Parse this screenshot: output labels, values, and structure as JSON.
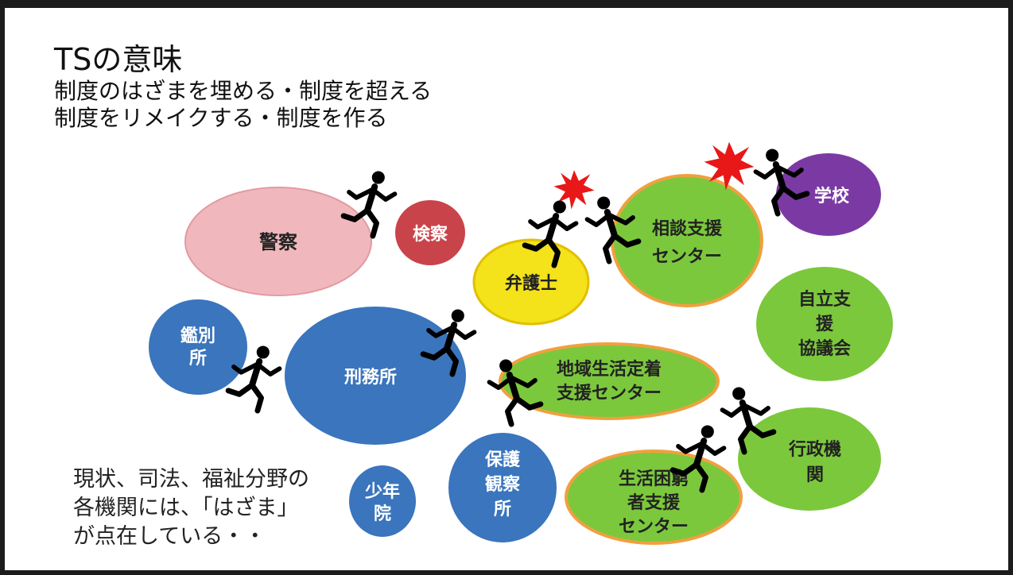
{
  "title": "TSの意味",
  "subtitle_lines": [
    "制度のはざまを埋める・制度を超える",
    "制度をリメイクする・制度を作る"
  ],
  "nodes": {
    "police": "警察",
    "prosecution": "検察",
    "lawyer": "弁護士",
    "consultation_center": [
      "相談支援",
      "センター"
    ],
    "school": "学校",
    "independence_council": [
      "自立支",
      "援",
      "協議会"
    ],
    "classification_home": [
      "鑑別",
      "所"
    ],
    "prison": "刑務所",
    "community_settlement_center": [
      "地域生活定着",
      "支援センター"
    ],
    "administrative_agency": [
      "行政機",
      "関"
    ],
    "probation_office": [
      "保護",
      "観察",
      "所"
    ],
    "juvenile_training_school": [
      "少年",
      "院"
    ],
    "needy_support_center": [
      "生活困窮",
      "者支援",
      "センター"
    ]
  },
  "note_lines": [
    "現状、司法、福祉分野の",
    "各機関には、「はざま」",
    "が点在している・・"
  ],
  "icons": [
    "running-person-icon",
    "burst-icon"
  ],
  "colors": {
    "frame": "#1c1c1c",
    "police": "#f0b8bd",
    "prosecution": "#c9444a",
    "lawyer": "#f4e21a",
    "lawyer_border": "#e0c000",
    "green": "#7cc83d",
    "orange_border": "#f0a040",
    "school": "#7b3aa3",
    "blue": "#3a75bd",
    "burst": "#e81818"
  }
}
